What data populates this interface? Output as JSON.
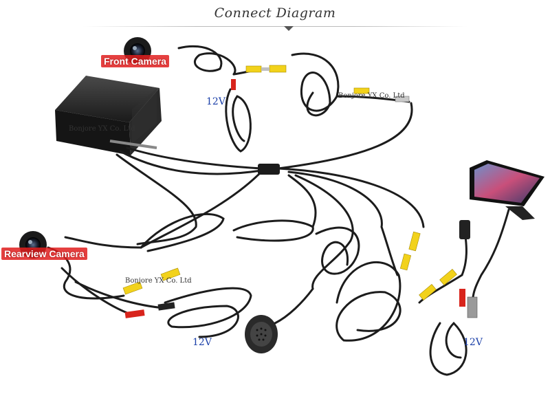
{
  "title": "Connect Diagram",
  "labels": {
    "front_camera": "Front Camera",
    "rear_camera": "Rearview Camera"
  },
  "power": {
    "top": "12V",
    "bottom_left": "12V",
    "bottom_right": "12V"
  },
  "watermarks": {
    "box": "Bonjore YX Co. Ltd",
    "middle": "Bonjore YX Co. Ltd",
    "top": "Bonjore YX Co. Ltd"
  },
  "colors": {
    "cable": "#1c1c1c",
    "rca_yellow": "#f2d21b",
    "rca_red": "#d8241c",
    "label_red": "#e11e1e",
    "volt_blue": "#1a3fa8"
  }
}
